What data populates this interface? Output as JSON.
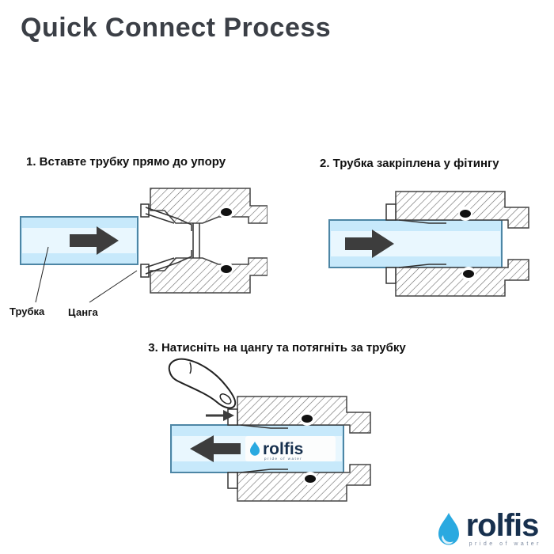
{
  "title": "Quick Connect Process",
  "steps": [
    {
      "label": "1. Вставте трубку прямо до упору"
    },
    {
      "label": "2. Трубка закріплена у фітингу"
    },
    {
      "label": "3. Натисніть на цангу та потягніть за трубку"
    }
  ],
  "part_labels": {
    "tube": "Трубка",
    "collet": "Цанга"
  },
  "tube_watermark": {
    "brand": "rolfis",
    "tagline": "pride of water"
  },
  "logo": {
    "brand": "rolfis",
    "tagline": "pride of water"
  },
  "colors": {
    "title_text": "#3b3f46",
    "heading_text": "#111111",
    "tube_fill": "#c7e9fb",
    "tube_inner": "#e9f7fe",
    "tube_border": "#4d86a5",
    "arrow": "#3d3d3d",
    "fitting_outline": "#444444",
    "hatch_line": "#6a6a6a",
    "oring": "#111111",
    "logo_blue": "#2aa9e0",
    "logo_navy": "#17304e",
    "tagline_gray": "#7d8aa0"
  }
}
